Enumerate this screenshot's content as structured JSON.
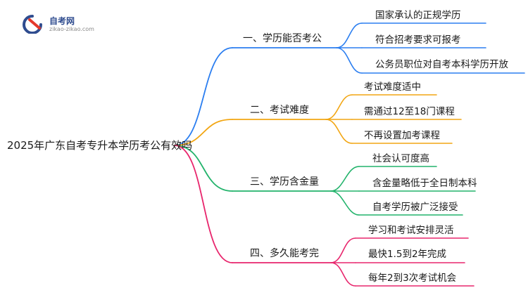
{
  "logo": {
    "title": "自考网",
    "domain": "zikao-zikao.com"
  },
  "root": {
    "label": "2025年广东自考专升本学历考公有效吗"
  },
  "branches": [
    {
      "label": "一、学历能否考公",
      "color": "#2b7ef0",
      "leaves": [
        "国家承认的正规学历",
        "符合招考要求可报考",
        "公务员职位对自考本科学历开放"
      ]
    },
    {
      "label": "二、考试难度",
      "color": "#f2a613",
      "leaves": [
        "考试难度适中",
        "需通过12至18门课程",
        "不再设置加考课程"
      ]
    },
    {
      "label": "三、学历含金量",
      "color": "#22b36b",
      "leaves": [
        "社会认可度高",
        "含金量略低于全日制本科",
        "自考学历被广泛接受"
      ]
    },
    {
      "label": "四、多久能考完",
      "color": "#e8266d",
      "leaves": [
        "学习和考试安排灵活",
        "最快1.5到2年完成",
        "每年2到3次考试机会"
      ]
    }
  ]
}
